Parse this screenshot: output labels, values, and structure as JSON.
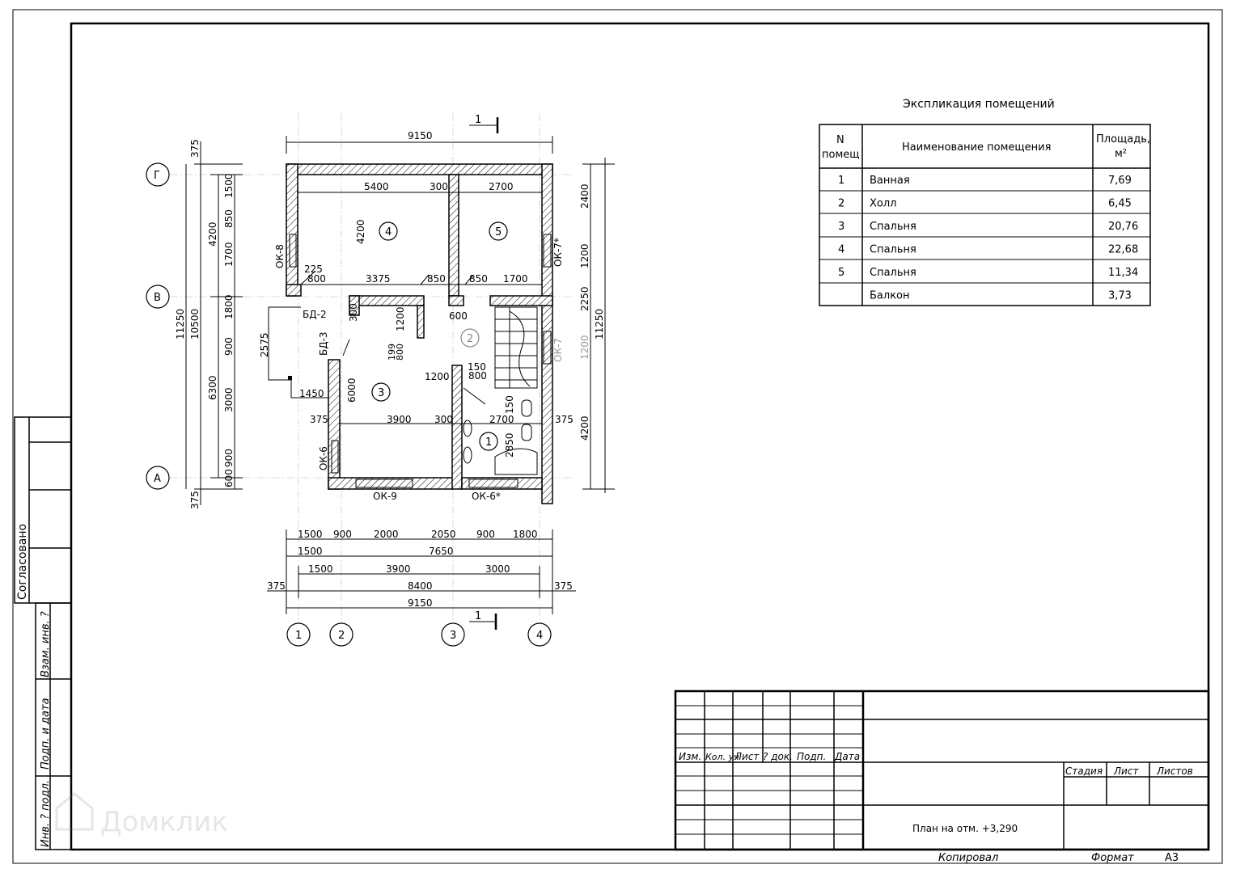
{
  "explication": {
    "title": "Экспликация помещений",
    "headers": {
      "number": "N\nпомещ",
      "name": "Наименование помещения",
      "area": "Площадь,\nм²"
    },
    "rows": [
      {
        "num": "1",
        "name": "Ванная",
        "area": "7,69"
      },
      {
        "num": "2",
        "name": "Холл",
        "area": "6,45"
      },
      {
        "num": "3",
        "name": "Спальня",
        "area": "20,76"
      },
      {
        "num": "4",
        "name": "Спальня",
        "area": "22,68"
      },
      {
        "num": "5",
        "name": "Спальня",
        "area": "11,34"
      },
      {
        "num": "",
        "name": "Балкон",
        "area": "3,73"
      }
    ]
  },
  "plan": {
    "section_mark": "1",
    "axes_letters": [
      "Г",
      "В",
      "А"
    ],
    "axes_numbers": [
      "1",
      "2",
      "3",
      "4"
    ],
    "rooms": [
      "1",
      "2",
      "3",
      "4",
      "5"
    ],
    "windows": [
      "ОК-8",
      "ОК-7*",
      "ОК-7",
      "ОК-6",
      "ОК-9",
      "ОК-6*"
    ],
    "doors": [
      "БД-2",
      "БД-3"
    ],
    "dims_top": "9150",
    "dims_inner": [
      "5400",
      "300",
      "2700",
      "4200",
      "225",
      "800",
      "3375",
      "850",
      "850",
      "1700",
      "600",
      "300",
      "1200",
      "199",
      "800",
      "1200",
      "150",
      "800",
      "2575",
      "1450",
      "6000",
      "375",
      "3900",
      "300",
      "2700",
      "375",
      "150",
      "2850"
    ],
    "dims_left_outer": [
      "375",
      "11250",
      "375"
    ],
    "dims_left_2": "10500",
    "dims_left_3": [
      "4200",
      "6300"
    ],
    "dims_left_4": [
      "1500",
      "850",
      "1700",
      "1800",
      "900",
      "3000",
      "900",
      "600"
    ],
    "dims_right_outer": "11250",
    "dims_right_inner": [
      "2400",
      "1200",
      "2250",
      "1200",
      "4200"
    ],
    "dims_bottom_row1": [
      "1500",
      "900",
      "2000",
      "2050",
      "900",
      "1800"
    ],
    "dims_bottom_row2": [
      "1500",
      "7650"
    ],
    "dims_bottom_row3": [
      "1500",
      "3900",
      "3000"
    ],
    "dims_bottom_row4": [
      "375",
      "8400",
      "375"
    ],
    "dims_bottom_row5": "9150"
  },
  "side_stamp": {
    "agreed": "Согласовано",
    "cells": [
      "Взам. инв. ?",
      "Подп. и дата",
      "Инв. ? подл."
    ]
  },
  "title_block": {
    "col_headers": [
      "Изм.",
      "Кол. уч",
      "Лист",
      "? док.",
      "Подп.",
      "Дата"
    ],
    "stage_headers": [
      "Стадия",
      "Лист",
      "Листов"
    ],
    "sheet_title": "План на отм. +3,290",
    "copied": "Копировал",
    "format_label": "Формат",
    "format_value": "А3"
  },
  "watermark": "Домклик"
}
